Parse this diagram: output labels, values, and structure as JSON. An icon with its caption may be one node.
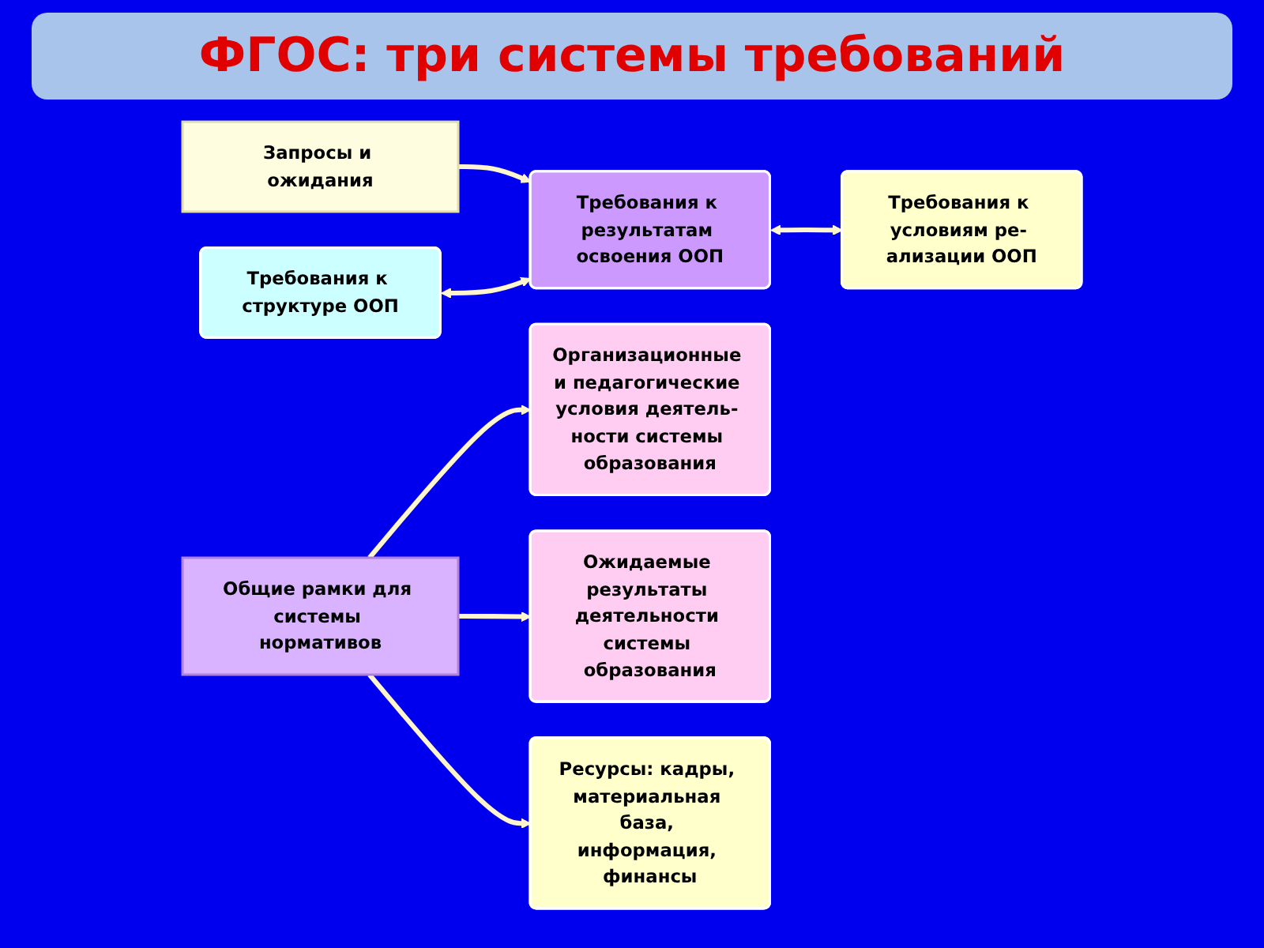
{
  "diagram": {
    "title": "ФГОС: три системы требований",
    "nodes": [
      {
        "text": [
          "Запросы и ожидания"
        ]
      },
      {
        "text": [
          "Требования к структуре ООП"
        ]
      },
      {
        "text": [
          "Требования к результатам освоения ООП"
        ]
      },
      {
        "text": [
          "Требования к условиям ре- ализации ООП"
        ]
      },
      {
        "text": [
          "Общие рамки для системы нормативов"
        ]
      },
      {
        "text": [
          "Организационные и педагогические условия деятель- ности системы образования"
        ]
      },
      {
        "text": [
          "Ожидаемые результаты деятельности системы образования"
        ]
      },
      {
        "text": [
          "Ресурсы: кадры, материальная база, информация, финансы"
        ]
      }
    ],
    "edges": [
      {
        "from": 0,
        "to": 2,
        "arrow": "to"
      },
      {
        "from": 1,
        "to": 2,
        "arrow": "both"
      },
      {
        "from": 2,
        "to": 3,
        "arrow": "both"
      },
      {
        "from": 4,
        "to": 5,
        "arrow": "to"
      },
      {
        "from": 4,
        "to": 6,
        "arrow": "to"
      },
      {
        "from": 4,
        "to": 7,
        "arrow": "to"
      }
    ]
  }
}
